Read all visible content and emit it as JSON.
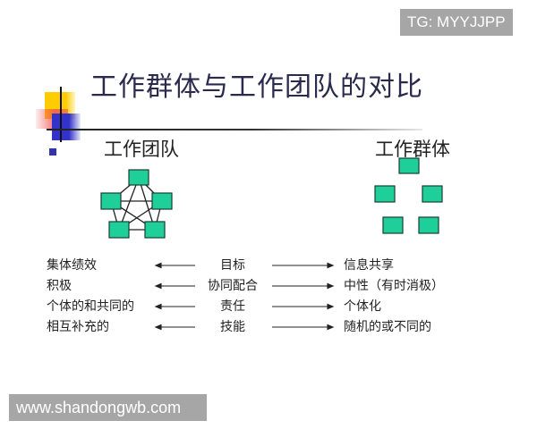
{
  "watermarks": {
    "top_right": "TG: MYYJJPP",
    "bottom_left": "www.shandongwb.com"
  },
  "slide": {
    "title": "工作群体与工作团队的对比",
    "left_heading": "工作团队",
    "right_heading": "工作群体",
    "node_color": "#1ecf99",
    "node_border": "#1a3d33",
    "rows": [
      {
        "left": "集体绩效",
        "center": "目标",
        "right": "信息共享"
      },
      {
        "left": "积极",
        "center": "协同配合",
        "right": "中性（有时消极）"
      },
      {
        "left": "个体的和共同的",
        "center": "责任",
        "right": "个体化"
      },
      {
        "left": "相互补充的",
        "center": "技能",
        "right": "随机的或不同的"
      }
    ]
  }
}
